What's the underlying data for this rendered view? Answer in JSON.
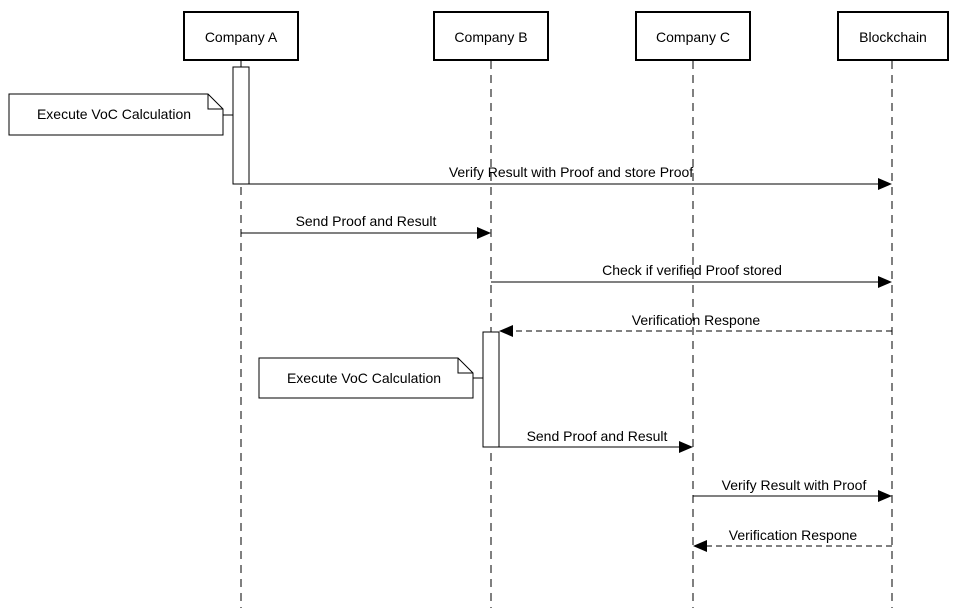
{
  "participants": [
    {
      "id": "A",
      "label": "Company A"
    },
    {
      "id": "B",
      "label": "Company B"
    },
    {
      "id": "C",
      "label": "Company C"
    },
    {
      "id": "BC",
      "label": "Blockchain"
    }
  ],
  "notes": [
    {
      "label": "Execute VoC Calculation"
    },
    {
      "label": "Execute VoC Calculation"
    }
  ],
  "messages": [
    {
      "from": "A",
      "to": "BC",
      "label": "Verify Result with Proof and store Proof",
      "style": "solid"
    },
    {
      "from": "A",
      "to": "B",
      "label": "Send Proof and Result",
      "style": "solid"
    },
    {
      "from": "B",
      "to": "BC",
      "label": "Check if verified Proof stored",
      "style": "solid"
    },
    {
      "from": "BC",
      "to": "B",
      "label": "Verification Respone",
      "style": "dashed"
    },
    {
      "from": "B",
      "to": "C",
      "label": "Send Proof and Result",
      "style": "solid"
    },
    {
      "from": "C",
      "to": "BC",
      "label": "Verify Result with Proof",
      "style": "solid"
    },
    {
      "from": "BC",
      "to": "C",
      "label": "Verification Respone",
      "style": "dashed"
    }
  ]
}
